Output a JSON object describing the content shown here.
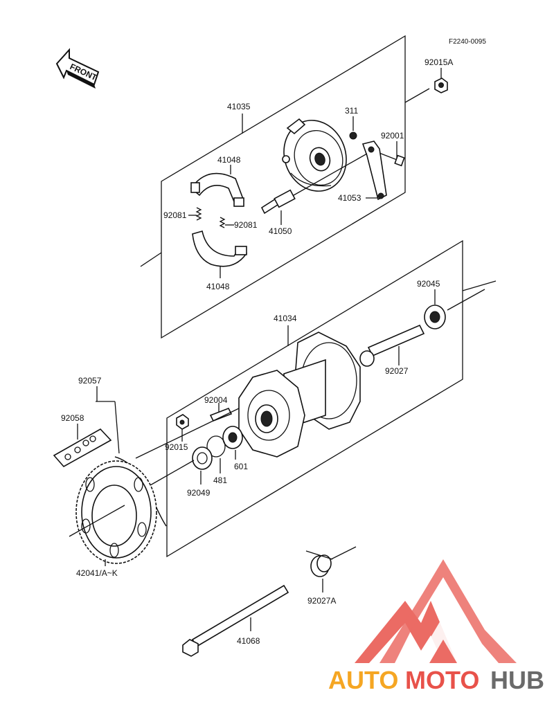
{
  "diagram_code": "F2240-0095",
  "front_label": "FRONT",
  "parts": {
    "p92015A": "92015A",
    "p41035": "41035",
    "p311": "311",
    "p92001": "92001",
    "p41048_top": "41048",
    "p92081_left": "92081",
    "p92081_right": "92081",
    "p41050": "41050",
    "p41053": "41053",
    "p41048_bottom": "41048",
    "p92045": "92045",
    "p41034": "41034",
    "p92027": "92027",
    "p92057": "92057",
    "p92004": "92004",
    "p92058": "92058",
    "p92015": "92015",
    "p601": "601",
    "p481": "481",
    "p92049": "92049",
    "p42041": "42041/A~K",
    "p92027A": "92027A",
    "p41068": "41068"
  },
  "watermark": {
    "part1": "AUTO",
    "part2": "MOTO",
    "part3": "HUB",
    "color_auto": "#f5a623",
    "color_moto": "#e8524a",
    "color_hub": "#6a6a6a",
    "logo_color": "#e8524a"
  }
}
